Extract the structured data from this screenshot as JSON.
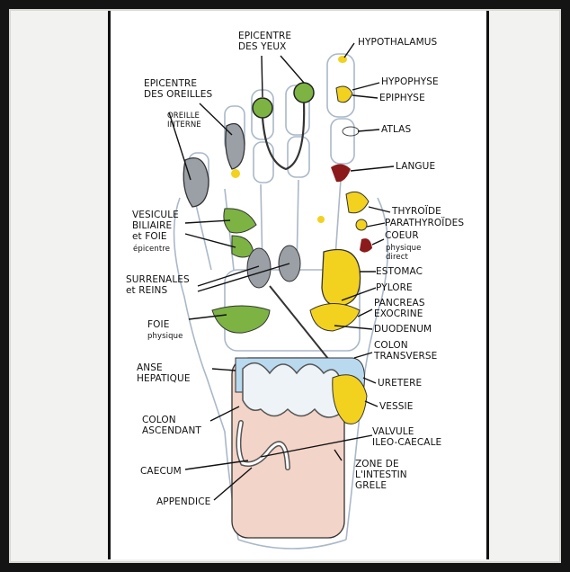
{
  "labels": {
    "epicentre_yeux": "EPICENTRE\nDES YEUX",
    "hypothalamus": "HYPOTHALAMUS",
    "hypophyse": "HYPOPHYSE",
    "epiphyse": "EPIPHYSE",
    "atlas": "ATLAS",
    "langue": "LANGUE",
    "epicentre_oreilles": "EPICENTRE\nDES OREILLES",
    "oreille_interne": "OREILLE\nINTERNE",
    "thyroide": "THYROÏDE",
    "parathyroides": "PARATHYROÏDES",
    "coeur": "COEUR",
    "coeur_sub": "physique\ndirect",
    "estomac": "ESTOMAC",
    "pylore": "PYLORE",
    "pancreas": "PANCREAS\nEXOCRINE",
    "duodenum": "DUODENUM",
    "colon_transverse": "COLON\nTRANSVERSE",
    "uretere": "URETERE",
    "vessie": "VESSIE",
    "valvule": "VALVULE\nILEO-CAECALE",
    "zone_intestin": "ZONE DE\nL'INTESTIN\nGRELE",
    "vesicule": "VESICULE\nBILIAIRE\net FOIE",
    "vesicule_sub": "épicentre",
    "surrenales": "SURRENALES\net REINS",
    "foie": "FOIE",
    "foie_sub": "physique",
    "anse": "ANSE\nHEPATIQUE",
    "colon_ascendant": "COLON\nASCENDANT",
    "caecum": "CAECUM",
    "appendice": "APPENDICE"
  },
  "colors": {
    "frame": "#141414",
    "mat": "#f2f2f0",
    "sole": "#ffffff",
    "green": "#7cb342",
    "yellow": "#f2d21f",
    "red": "#8b1a1a",
    "blue": "#b9d9ef",
    "pink": "#f3d4c8",
    "grey": "#9aa0a6"
  }
}
